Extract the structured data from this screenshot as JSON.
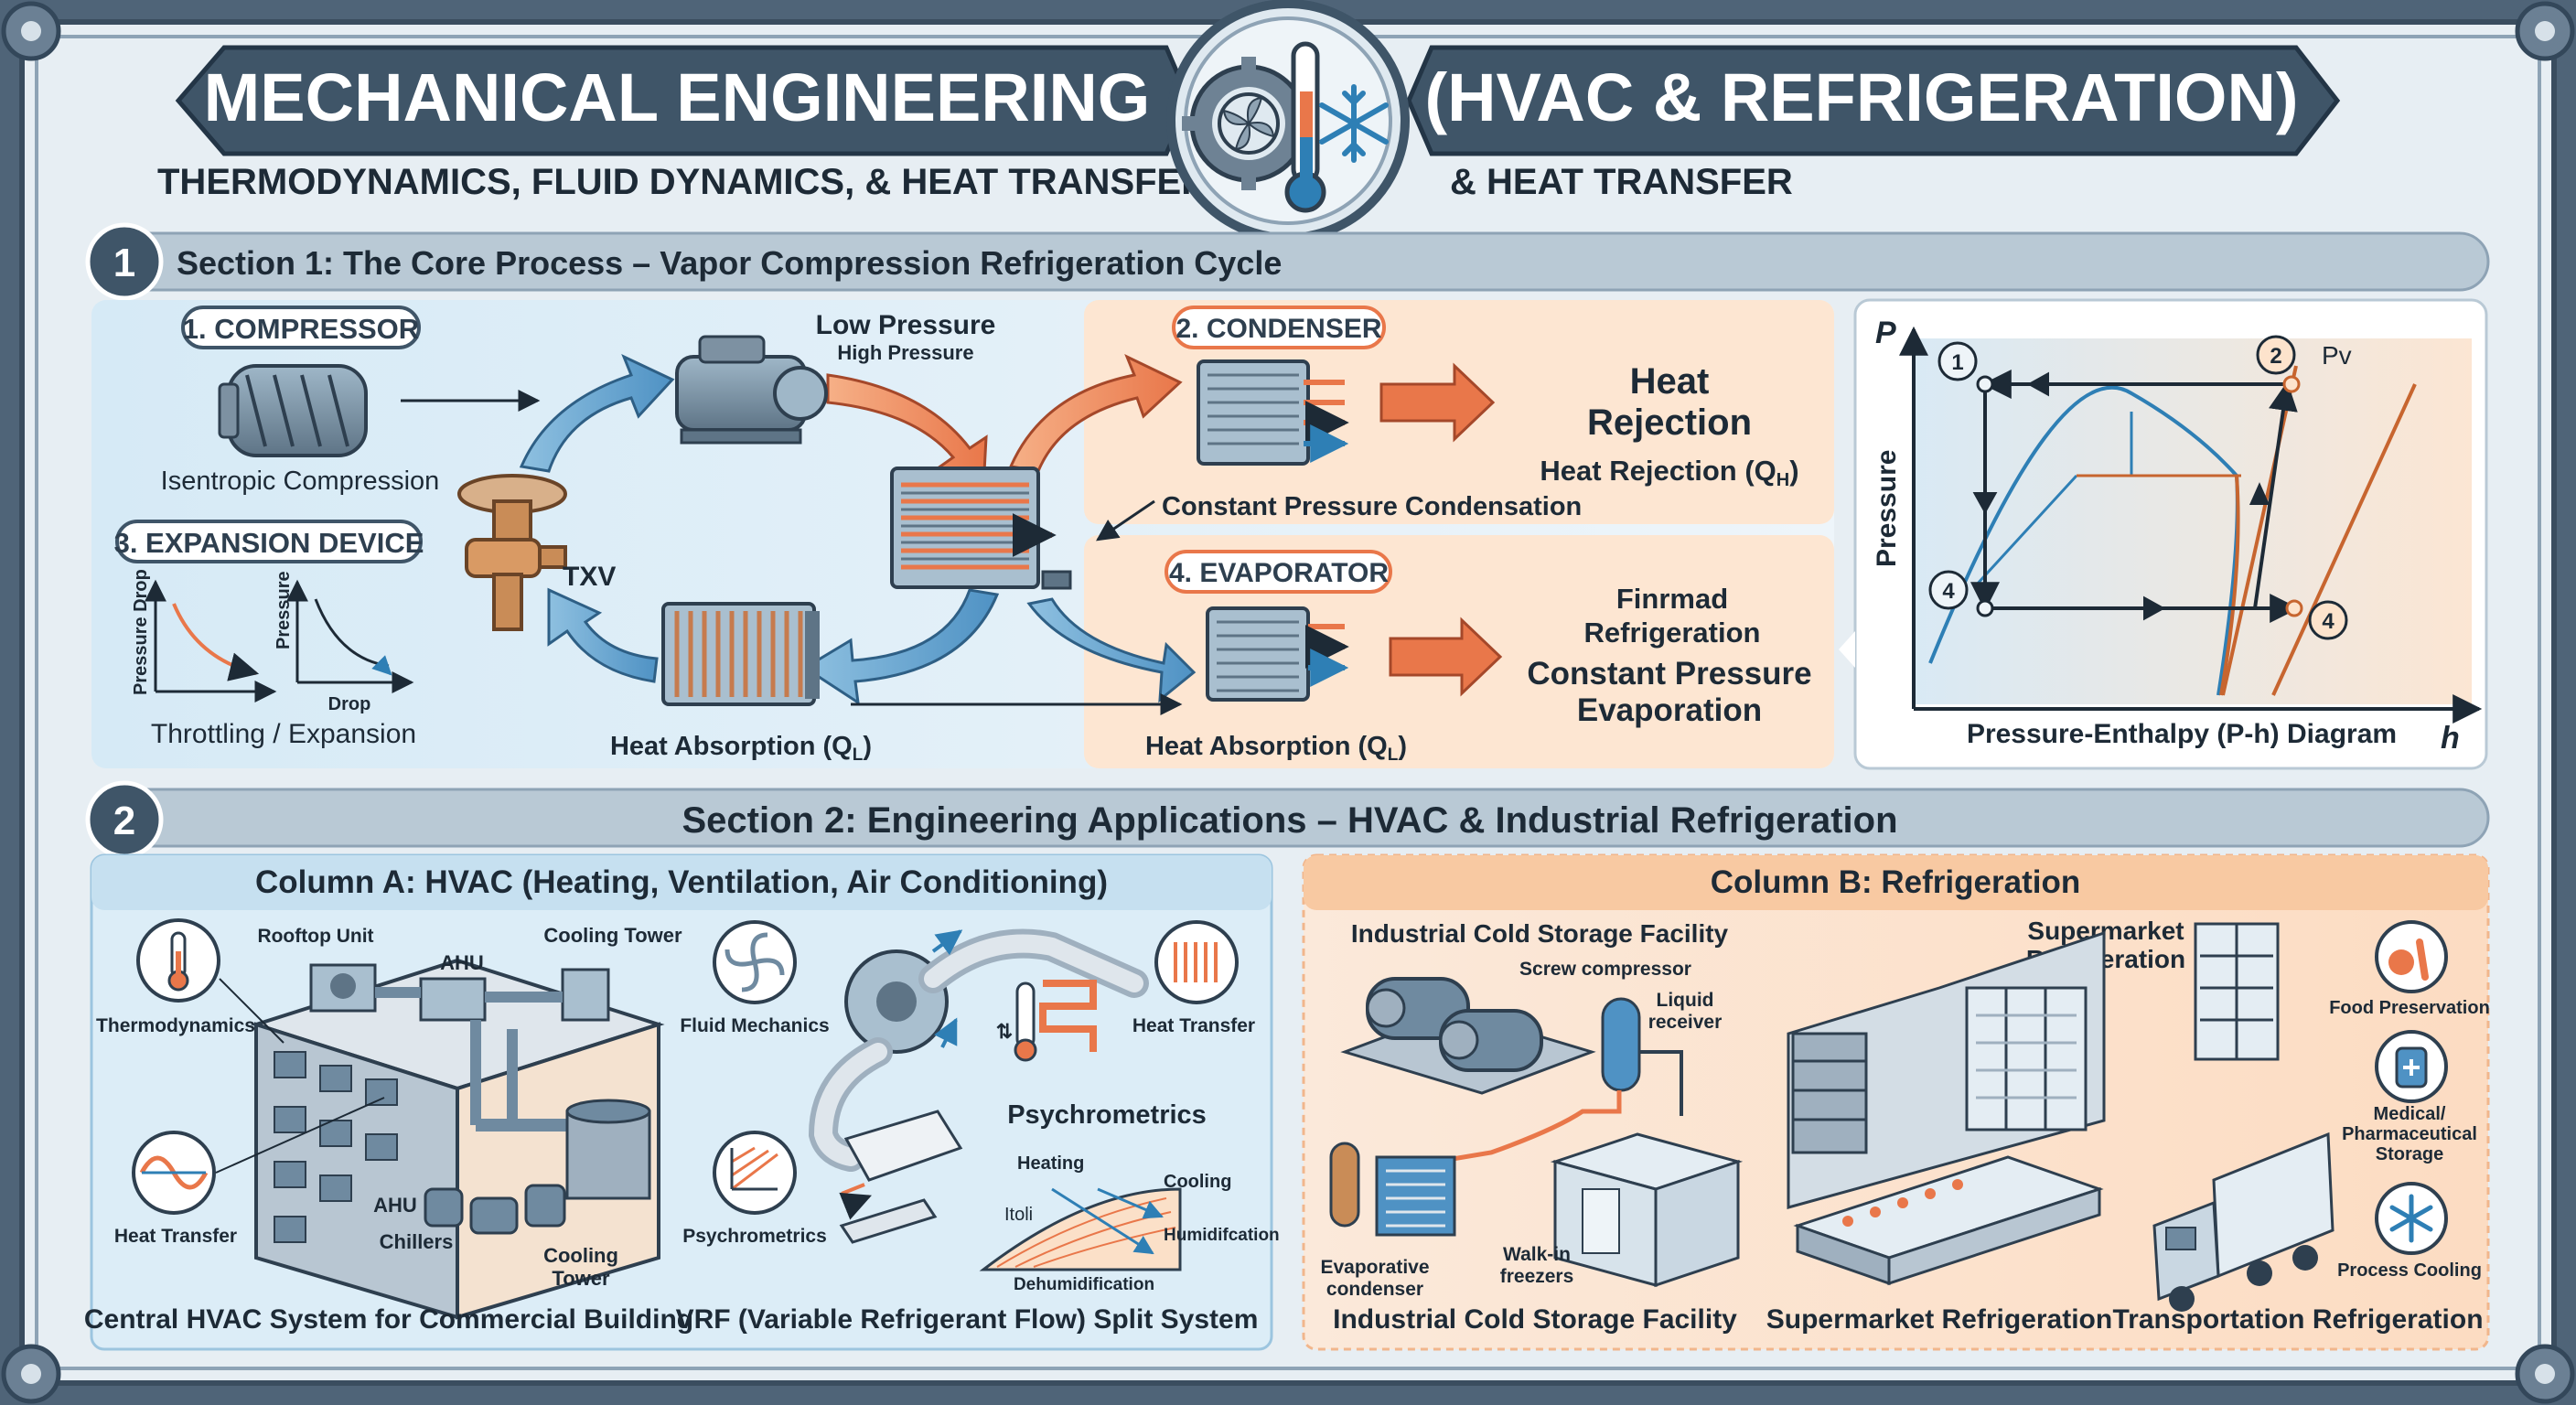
{
  "header": {
    "title_left": "MECHANICAL ENGINEERING",
    "title_right": "(HVAC & REFRIGERATION)",
    "subtitle_left": "THERMODYNAMICS, FLUID DYNAMICS, & HEAT TRANSFER",
    "subtitle_right": "& HEAT TRANSFER",
    "emblem_icons": [
      "gear-icon",
      "thermometer-icon",
      "snowflake-icon",
      "fan-icon"
    ]
  },
  "section1": {
    "number": "1",
    "title": "Section 1: The Core Process – Vapor Compression Refrigeration Cycle",
    "compressor": {
      "label": "1. COMPRESSOR",
      "caption": "Isentropic Compression"
    },
    "expansion": {
      "label": "3. EXPANSION DEVICE",
      "txv": "TXV",
      "mini_y1": "Pressure Drop",
      "mini_y2": "Pressure",
      "mini_x2": "Drop",
      "caption": "Throttling / Expansion"
    },
    "pressure": {
      "low": "Low Pressure",
      "high": "High Pressure"
    },
    "condenser": {
      "label": "2. CONDENSER",
      "callout": "Constant Pressure Condensation",
      "result_title_1": "Heat",
      "result_title_2": "Rejection",
      "result_sub": "Heat Rejection (Q",
      "result_sub_subscript": "H",
      "result_sub_close": ")"
    },
    "evaporator": {
      "label": "4. EVAPORATOR",
      "result_1": "Finrmad",
      "result_2": "Refrigeration",
      "result_3": "Constant Pressure",
      "result_4": "Evaporation",
      "absorb_left": "Heat Absorption (Q",
      "absorb_right": "Heat Absorption (Q",
      "absorb_subscript": "L",
      "absorb_close": ")"
    },
    "ph_diagram": {
      "y_axis_symbol": "P",
      "y_axis_label": "Pressure",
      "x_axis_symbol": "h",
      "caption": "Pressure-Enthalpy (P-h) Diagram",
      "pv_label": "Pv",
      "states": [
        "1",
        "2",
        "4",
        "4"
      ]
    }
  },
  "section2": {
    "number": "2",
    "title": "Section 2: Engineering Applications – HVAC & Industrial Refrigeration",
    "column_a": {
      "title": "Column A: HVAC (Heating, Ventilation, Air Conditioning)",
      "central": {
        "rooftop": "Rooftop Unit",
        "ahu_top": "AHU",
        "cooling_tower_top": "Cooling Tower",
        "thermo": "Thermodynamics",
        "heat_transfer": "Heat Transfer",
        "ahu_bottom": "AHU",
        "chillers": "Chillers",
        "cooling_tower_bottom_1": "Cooling",
        "cooling_tower_bottom_2": "Tower",
        "caption": "Central HVAC System for Commercial Building"
      },
      "vrf": {
        "fluid": "Fluid Mechanics",
        "heat_transfer": "Heat Transfer",
        "psychro_icon_label": "Psychrometrics",
        "psychro_chart_title": "Psychrometrics",
        "heating": "Heating",
        "cooling": "Cooling",
        "humidification": "Humidifcation",
        "dehumidification": "Dehumidification",
        "itoli": "Itoli",
        "caption": "VRF (Variable Refrigerant Flow) Split System"
      }
    },
    "column_b": {
      "title": "Column B: Refrigeration",
      "cold_storage": {
        "title": "Industrial Cold Storage Facility",
        "screw": "Screw compressor",
        "liquid_1": "Liquid",
        "liquid_2": "receiver",
        "evap_1": "Evaporative",
        "evap_2": "condenser",
        "walkin_1": "Walk-in",
        "walkin_2": "freezers",
        "caption": "Industrial Cold Storage Facility"
      },
      "supermarket": {
        "title_1": "Supermarket",
        "title_2": "Refrigeration",
        "caption": "Supermarket Refrigeration"
      },
      "transport": {
        "food": "Food Preservation",
        "medical_1": "Medical/",
        "medical_2": "Pharmaceutical",
        "medical_3": "Storage",
        "process": "Process Cooling",
        "caption": "Transportation Refrigeration"
      }
    }
  },
  "colors": {
    "frame": "#4f6478",
    "banner": "#3f5568",
    "blue_panel": "#dcedf7",
    "orange_panel": "#fde3cc",
    "orange_accent": "#e9774a",
    "blue_accent": "#2e7fb5",
    "text_dark": "#1d2a36"
  }
}
